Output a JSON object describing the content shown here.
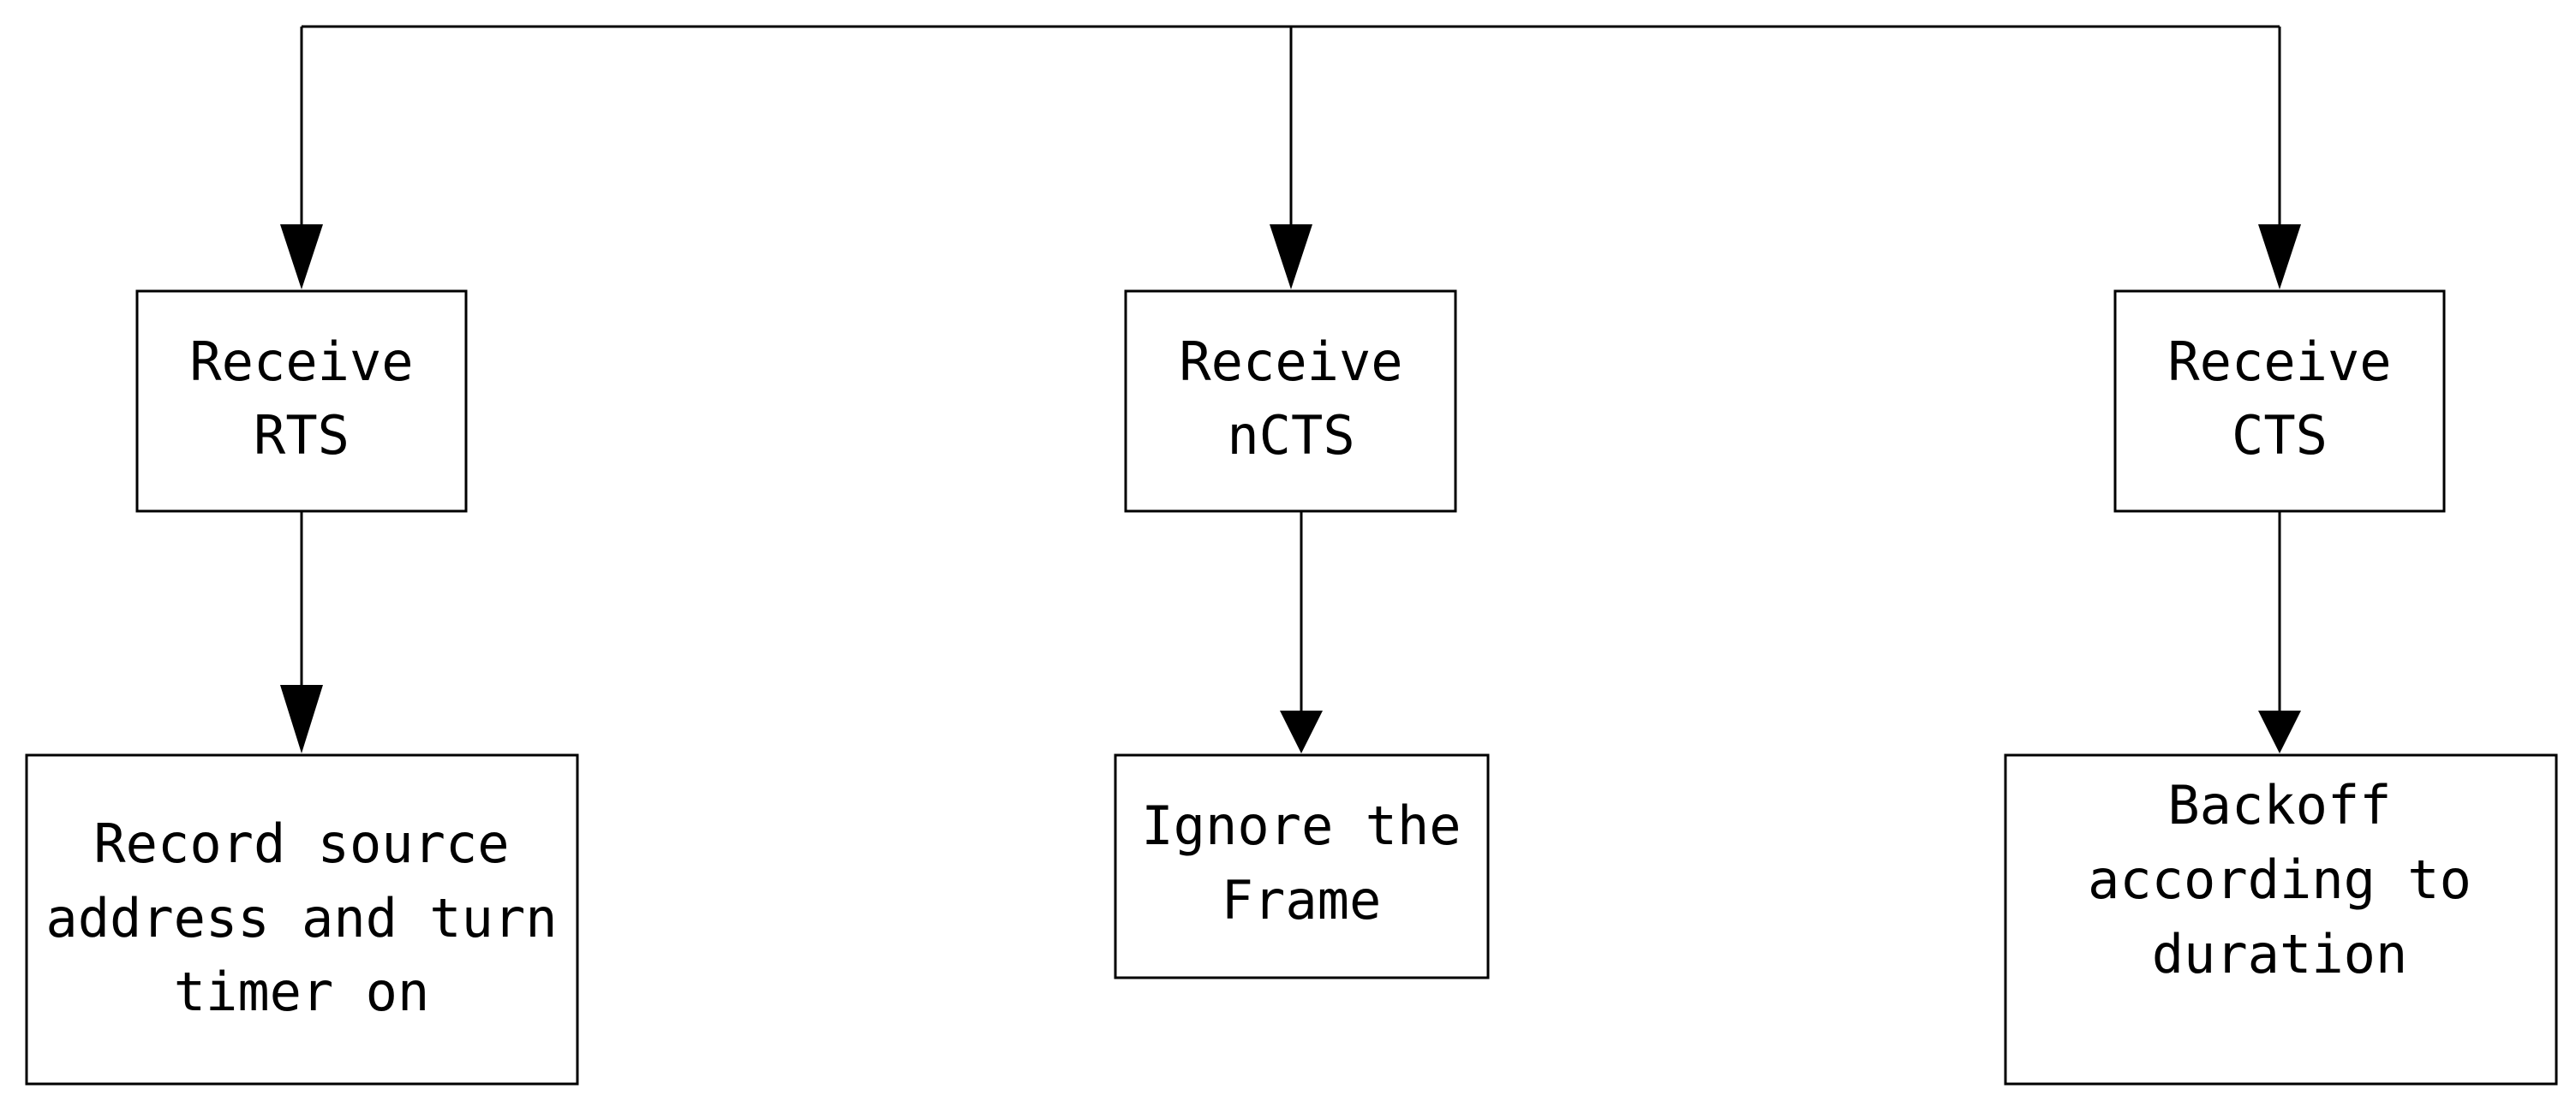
{
  "diagram": {
    "nodes": {
      "receive_rts": [
        "Receive",
        "RTS"
      ],
      "receive_ncts": [
        "Receive",
        "nCTS"
      ],
      "receive_cts": [
        "Receive",
        "CTS"
      ],
      "record_source": [
        "Record source",
        "address and turn",
        "timer on"
      ],
      "ignore_frame": [
        "Ignore the",
        "Frame"
      ],
      "backoff": [
        "Backoff",
        "according to",
        "duration"
      ]
    }
  }
}
